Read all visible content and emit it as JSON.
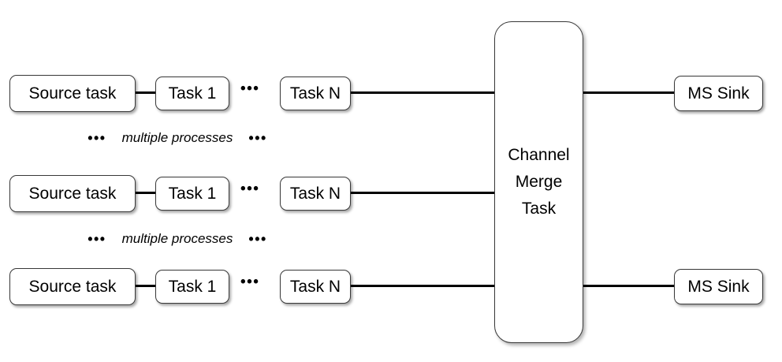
{
  "diagram": {
    "rows": [
      {
        "source": "Source task",
        "task1": "Task 1",
        "dots": "•••",
        "taskN": "Task N"
      },
      {
        "source": "Source task",
        "task1": "Task 1",
        "dots": "•••",
        "taskN": "Task N"
      },
      {
        "source": "Source task",
        "task1": "Task 1",
        "dots": "•••",
        "taskN": "Task N"
      }
    ],
    "separators": [
      {
        "left_dots": "•••",
        "label": "multiple processes",
        "right_dots": "•••"
      },
      {
        "left_dots": "•••",
        "label": "multiple processes",
        "right_dots": "•••"
      }
    ],
    "merge": {
      "lines": [
        "Channel",
        "Merge",
        "Task"
      ]
    },
    "sinks": [
      {
        "label": "MS Sink"
      },
      {
        "label": "MS Sink"
      }
    ],
    "colors": {
      "box_border": "#383838",
      "box_fill": "#ffffff",
      "connector": "#000000",
      "text": "#000000"
    }
  }
}
